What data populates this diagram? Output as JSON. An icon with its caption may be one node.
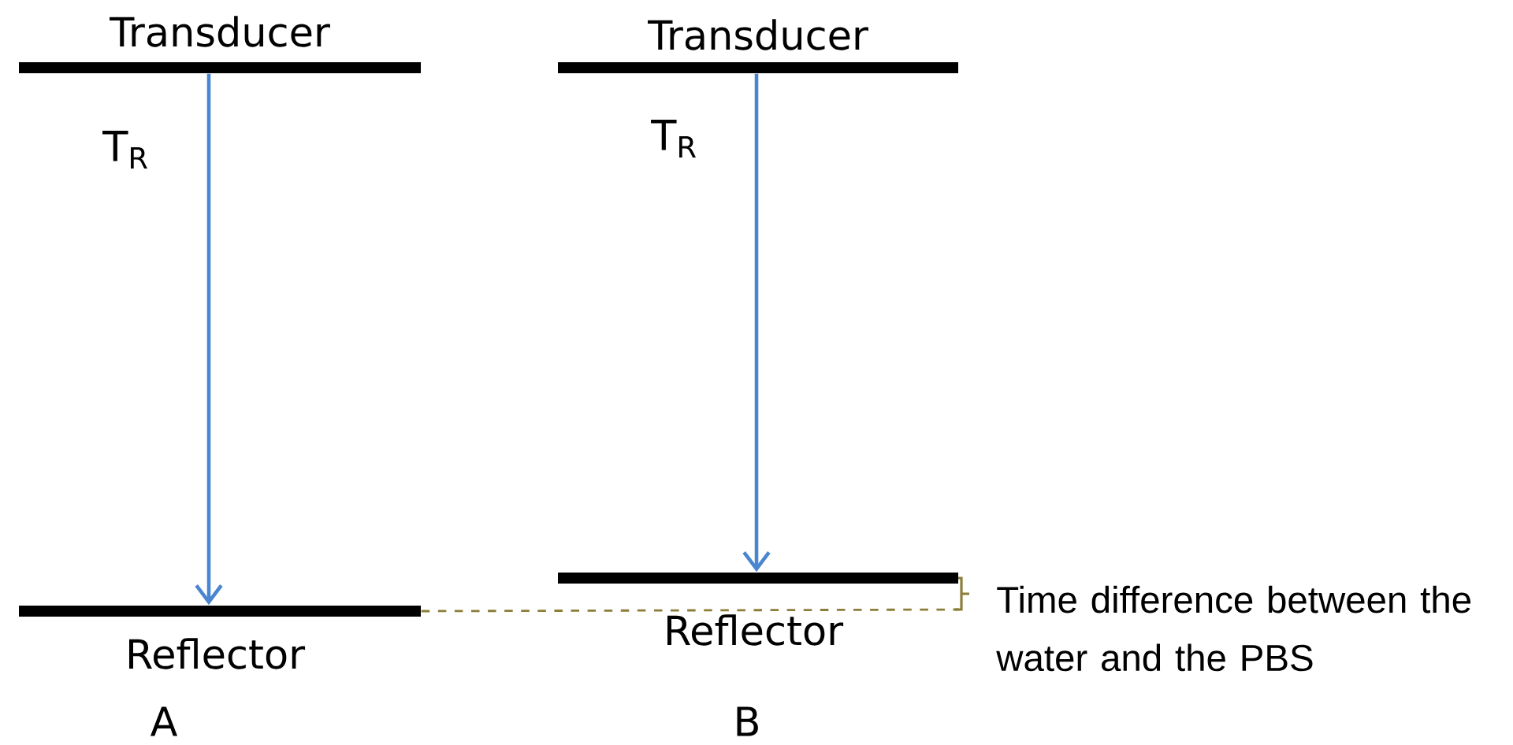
{
  "diagram": {
    "nodes": [
      {
        "text": [
          "Transducer"
        ]
      },
      {
        "text": [
          "Reflector"
        ]
      },
      {
        "text": [
          "Transducer"
        ]
      },
      {
        "text": [
          "Reflector"
        ]
      }
    ],
    "edges": [
      {
        "from": 0,
        "to": 1,
        "arrow": "to",
        "label": "T$_{R}$"
      },
      {
        "from": 2,
        "to": 3,
        "arrow": "to",
        "label": "T$_{R}$"
      },
      {
        "from": 1,
        "to": 3,
        "arrow": "none",
        "style": "dashed",
        "color": "#8b7d3a"
      }
    ],
    "labels": [
      "A",
      "B",
      "Time difference between the water and the PBS"
    ]
  }
}
